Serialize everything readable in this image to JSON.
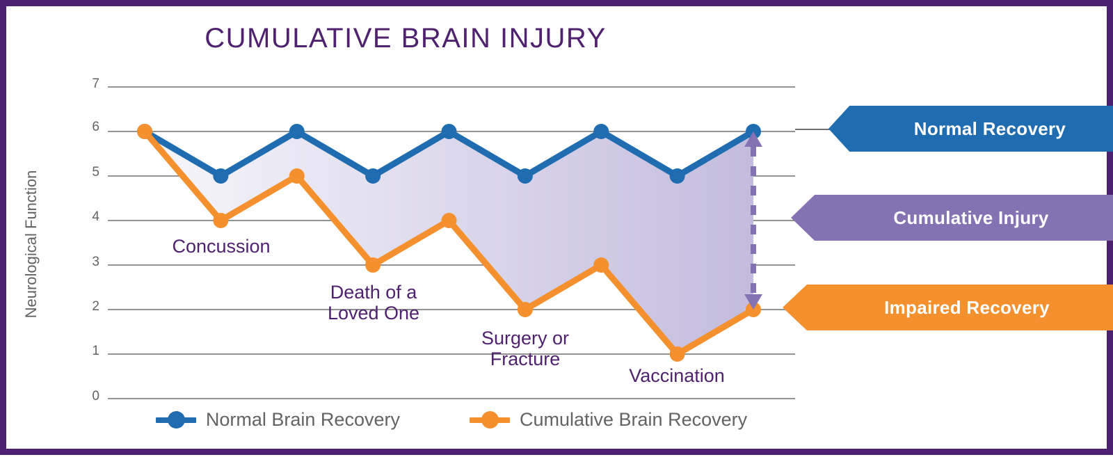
{
  "theme": {
    "border_color": "#4B2170",
    "title_color": "#50216E",
    "axis_text_color": "#636363",
    "gridline_color": "#6f6f6f",
    "blue": "#1F6CB0",
    "orange": "#F4912E",
    "purple": "#8572B3",
    "fill_left": "#f7f6fb",
    "fill_right": "#c3bcdd"
  },
  "chart_data": {
    "type": "line",
    "title": "CUMULATIVE BRAIN INJURY",
    "xlabel": "",
    "ylabel": "Neurological Function",
    "ylim": [
      0,
      7
    ],
    "yticks": [
      7,
      6,
      5,
      4,
      3,
      2,
      1,
      0
    ],
    "grid": true,
    "legend_position": "bottom",
    "x": [
      1,
      2,
      3,
      4,
      5,
      6,
      7,
      8,
      9
    ],
    "series": [
      {
        "name": "Normal Brain Recovery",
        "color": "#1F6CB0",
        "values": [
          6,
          5,
          6,
          5,
          6,
          5,
          6,
          5,
          6
        ]
      },
      {
        "name": "Cumulative Brain Recovery",
        "color": "#F4912E",
        "values": [
          6,
          4,
          5,
          3,
          4,
          2,
          3,
          1,
          2
        ]
      }
    ],
    "fill_between": {
      "label": "Cumulative Injury",
      "between": [
        "Normal Brain Recovery",
        "Cumulative Brain Recovery"
      ],
      "gradient": [
        "#f7f6fb",
        "#c3bcdd"
      ]
    },
    "annotations": [
      {
        "text": "Concussion",
        "x": 2,
        "y": 3.35,
        "color": "#50216E"
      },
      {
        "text": "Death of a\nLoved One",
        "x": 4,
        "y": 2.15,
        "color": "#50216E"
      },
      {
        "text": "Surgery or\nFracture",
        "x": 6,
        "y": 1.15,
        "color": "#50216E"
      },
      {
        "text": "Vaccination",
        "x": 8,
        "y": 0.5,
        "color": "#50216E"
      }
    ],
    "gap_indicator": {
      "x": 9,
      "from": 6,
      "to": 2,
      "style": "dashed-double-arrow",
      "color": "#8572B3"
    }
  },
  "callouts": [
    {
      "label": "Normal Recovery",
      "color": "#1F6CB0",
      "points_to_y": 6
    },
    {
      "label": "Cumulative Injury",
      "color": "#8572B3",
      "points_to_y": 4
    },
    {
      "label": "Impaired Recovery",
      "color": "#F4912E",
      "points_to_y": 2
    }
  ],
  "legend": {
    "items": [
      {
        "label": "Normal Brain Recovery",
        "color": "#1F6CB0"
      },
      {
        "label": "Cumulative Brain Recovery",
        "color": "#F4912E"
      }
    ]
  },
  "y_ticks": {
    "t7": "7",
    "t6": "6",
    "t5": "5",
    "t4": "4",
    "t3": "3",
    "t2": "2",
    "t1": "1",
    "t0": "0"
  },
  "annotation_text": {
    "concussion": "Concussion",
    "death_line1": "Death of a",
    "death_line2": "Loved One",
    "surgery_line1": "Surgery or",
    "surgery_line2": "Fracture",
    "vaccination": "Vaccination"
  }
}
